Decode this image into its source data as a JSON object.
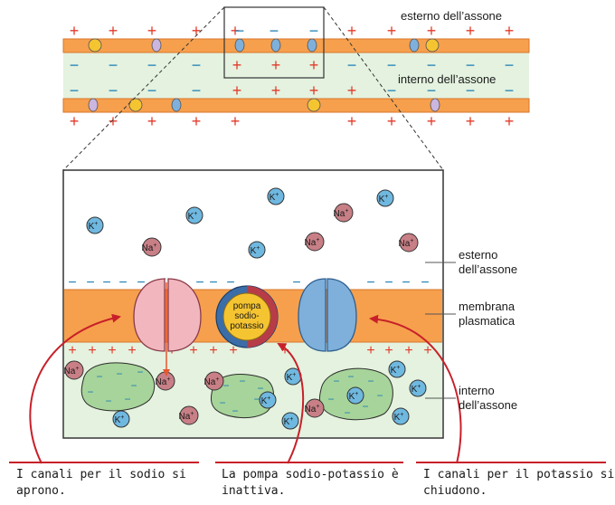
{
  "colors": {
    "membrane": "#f6a04d",
    "membrane_edge": "#d9762a",
    "cytoplasm": "#e4f2df",
    "plus": "#e23a2a",
    "minus": "#1f7fb5",
    "k_ion": "#6fb8e0",
    "na_ion": "#c87f86",
    "sodium_channel": "#f2b6be",
    "potassium_channel": "#7fb0dc",
    "pump_core": "#f5c431",
    "arrow": "#c8202a",
    "vesicle": "#a7d49a"
  },
  "top_view": {
    "outside_label": "esterno dell’assone",
    "inside_label": "interno dell’assone",
    "plus_sign": "+",
    "minus_sign": "−"
  },
  "detail_view": {
    "k_label": "K",
    "na_label": "Na",
    "ion_charge": "+",
    "pump_label": "pompa\nsodio-\npotassio",
    "label_outside": "esterno\ndell’assone",
    "label_membrane": "membrana\nplasmatica",
    "label_inside": "interno\ndell’assone"
  },
  "captions": [
    "I canali per il sodio si\naprono.",
    "La pompa sodio-potassio è\ninattiva.",
    "I canali per il potassio si\nchiudono."
  ]
}
